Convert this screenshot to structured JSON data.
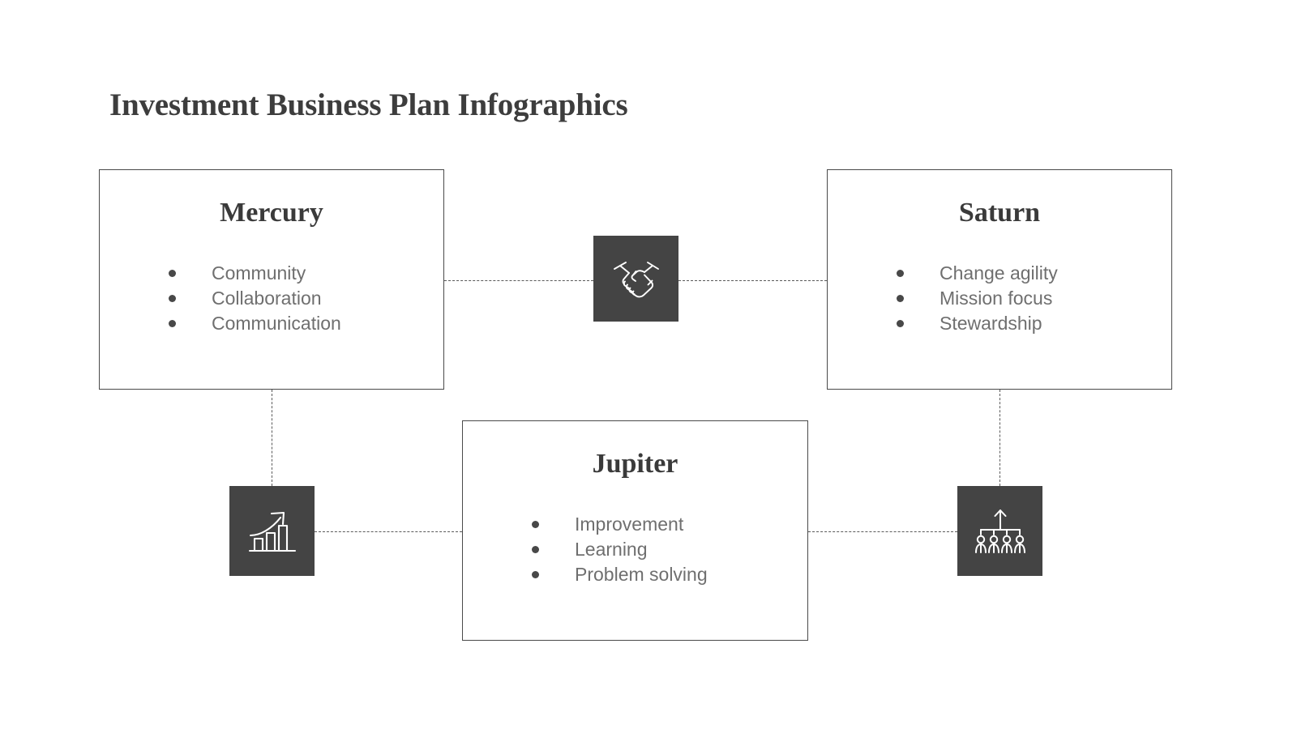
{
  "slide": {
    "title": "Investment Business Plan Infographics",
    "background_color": "#ffffff",
    "accent_color": "#444444",
    "border_color": "#4a4a4a",
    "text_color": "#6f6f6f",
    "heading_color": "#3a3a3a"
  },
  "cards": [
    {
      "id": "mercury",
      "title": "Mercury",
      "items": [
        "Community",
        "Collaboration",
        "Communication"
      ]
    },
    {
      "id": "saturn",
      "title": "Saturn",
      "items": [
        "Change agility",
        "Mission focus",
        "Stewardship"
      ]
    },
    {
      "id": "jupiter",
      "title": "Jupiter",
      "items": [
        "Improvement",
        "Learning",
        "Problem solving"
      ]
    }
  ],
  "icons": [
    {
      "id": "handshake",
      "name": "handshake-icon"
    },
    {
      "id": "growth",
      "name": "growth-chart-icon"
    },
    {
      "id": "team",
      "name": "team-hierarchy-icon"
    }
  ],
  "connectors": [
    {
      "id": "mercury-handshake",
      "orientation": "horizontal",
      "style": "dashed"
    },
    {
      "id": "handshake-saturn",
      "orientation": "horizontal",
      "style": "dashed"
    },
    {
      "id": "mercury-growth",
      "orientation": "vertical",
      "style": "dashed"
    },
    {
      "id": "growth-jupiter",
      "orientation": "horizontal",
      "style": "dashed"
    },
    {
      "id": "jupiter-team",
      "orientation": "horizontal",
      "style": "dashed"
    },
    {
      "id": "saturn-team",
      "orientation": "vertical",
      "style": "dashed"
    }
  ]
}
